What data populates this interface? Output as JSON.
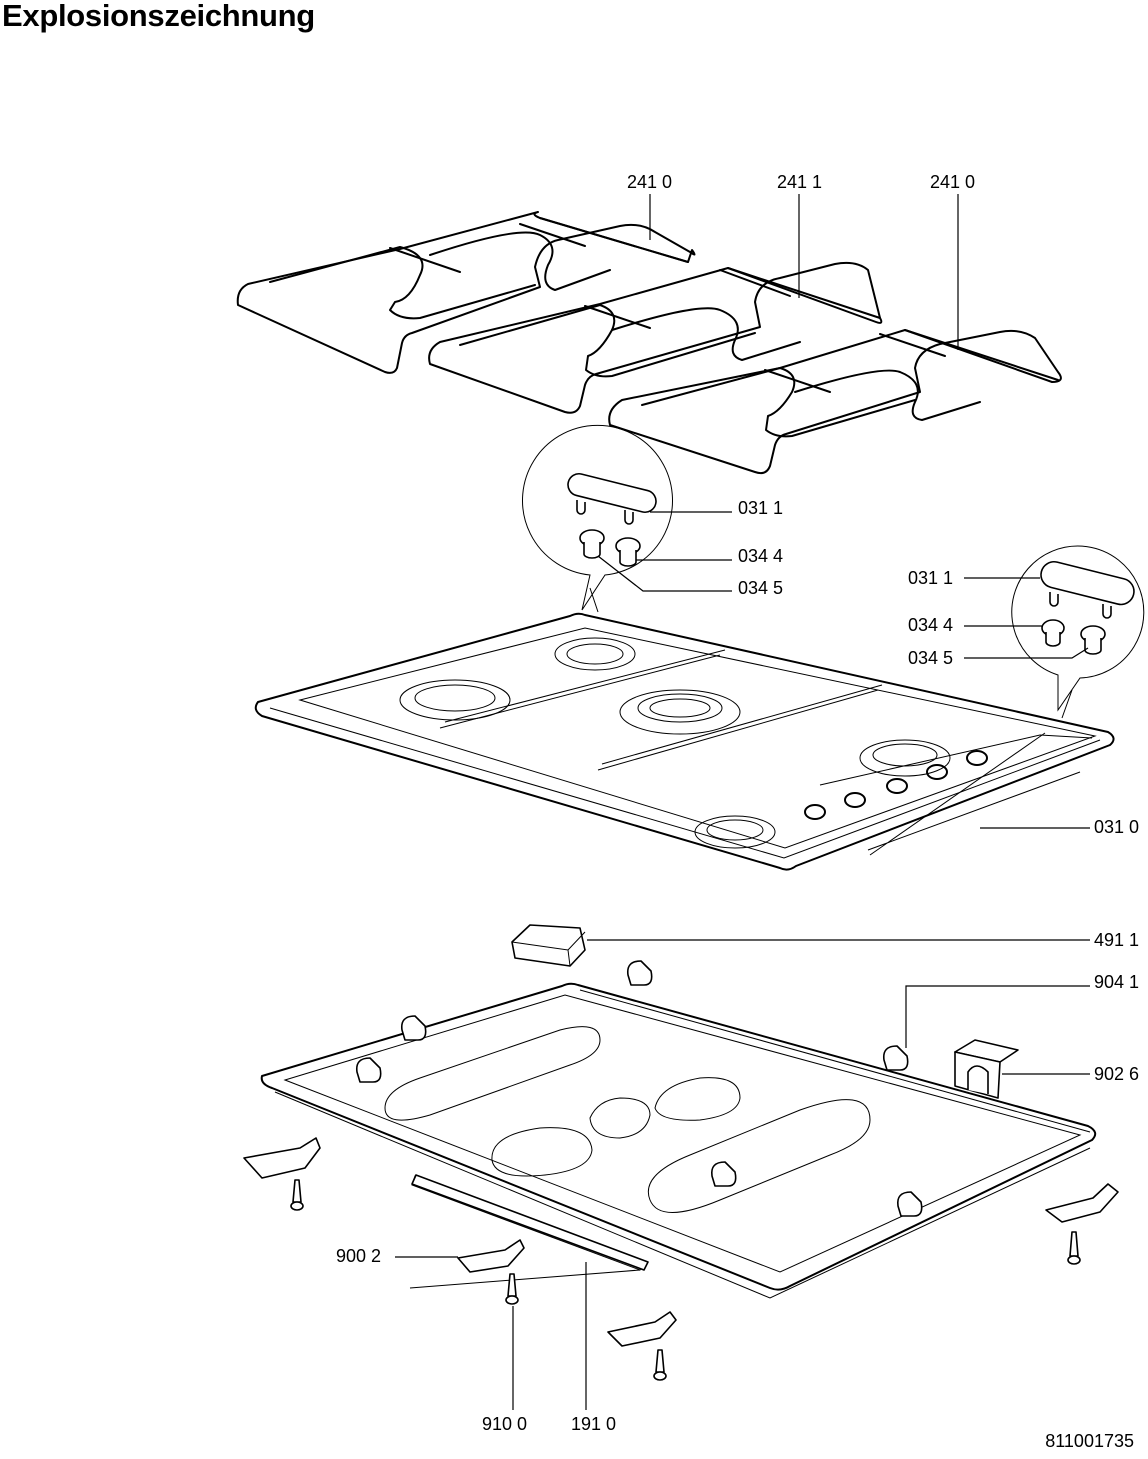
{
  "page": {
    "title": "Explosionszeichnung",
    "document_number": "811001735"
  },
  "callouts": {
    "pan_support_left": "241 0",
    "pan_support_middle": "241 1",
    "pan_support_right": "241 0",
    "detail_top": {
      "knob_cover": "031 1",
      "grommet_small": "034 4",
      "grommet_large": "034 5"
    },
    "detail_right": {
      "knob_cover": "031 1",
      "grommet_small": "034 4",
      "grommet_large": "034 5"
    },
    "hob_top": "031 0",
    "connector_block": "491 1",
    "clip": "904 1",
    "bracket": "902 6",
    "fixing_clamp": "900 2",
    "screw": "910 0",
    "seal_strip": "191 0"
  }
}
